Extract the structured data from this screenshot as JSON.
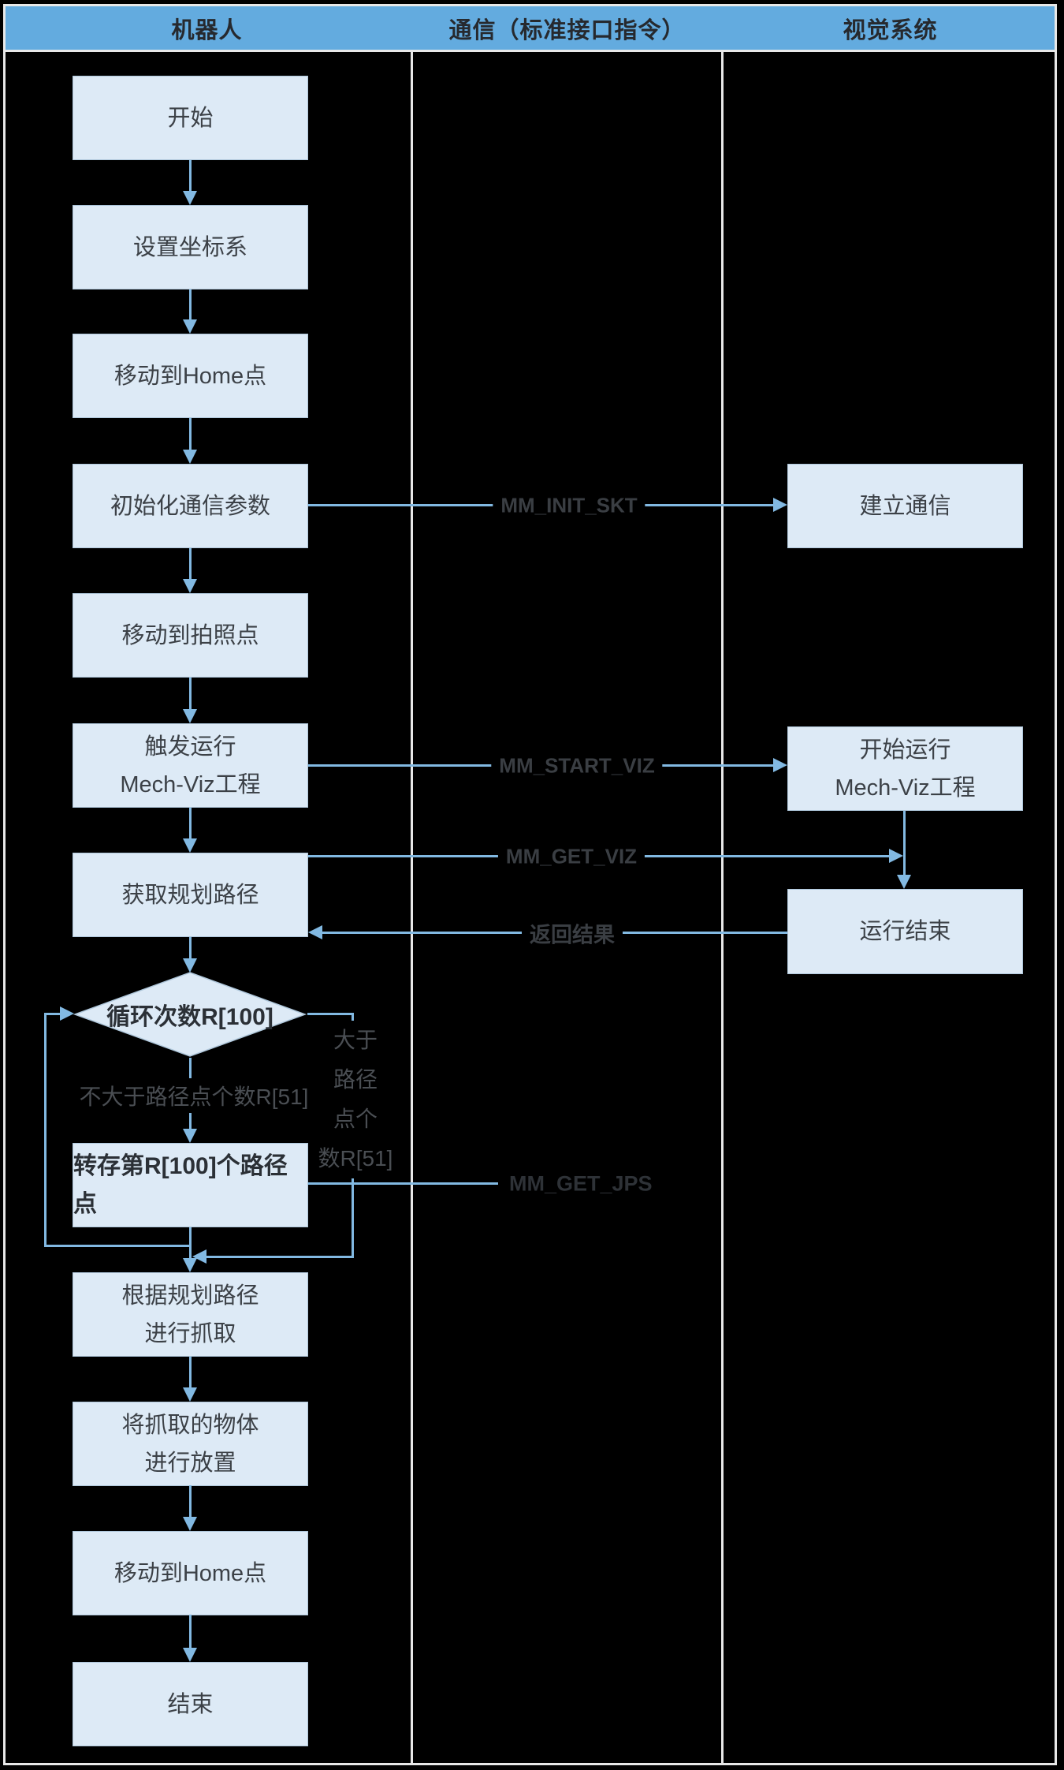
{
  "lanes": [
    {
      "label": "机器人"
    },
    {
      "label": "通信（标准接口指令）"
    },
    {
      "label": "视觉系统"
    }
  ],
  "robot": {
    "start": "开始",
    "set_coord": "设置坐标系",
    "move_home1": "移动到Home点",
    "init_comm": "初始化通信参数",
    "move_photo": "移动到拍照点",
    "trigger_l1": "触发运行",
    "trigger_l2": "Mech-Viz工程",
    "get_path": "获取规划路径",
    "loop_decision": "循环次数R[100]",
    "save_point": "转存第R[100]个路径点",
    "grasp_l1": "根据规划路径",
    "grasp_l2": "进行抓取",
    "place_l1": "将抓取的物体",
    "place_l2": "进行放置",
    "move_home2": "移动到Home点",
    "end": "结束"
  },
  "vision": {
    "establish": "建立通信",
    "start_run_l1": "开始运行",
    "start_run_l2": "Mech-Viz工程",
    "run_end": "运行结束"
  },
  "connectors": {
    "init_skt": "MM_INIT_SKT",
    "start_viz": "MM_START_VIZ",
    "get_viz": "MM_GET_VIZ",
    "return_result": "返回结果",
    "get_jps": "MM_GET_JPS"
  },
  "branches": {
    "not_greater": "不大于路径点个数R[51]",
    "greater_l1": "大于",
    "greater_l2": "路径",
    "greater_l3": "点个",
    "greater_l4": "数R[51]"
  },
  "colors": {
    "header_bg": "#63ABDF",
    "box_fill": "#DDEAF6",
    "box_border": "#AFC7DB",
    "line": "#82B9E2",
    "frame": "#E8E8E8",
    "canvas": "#000000"
  }
}
